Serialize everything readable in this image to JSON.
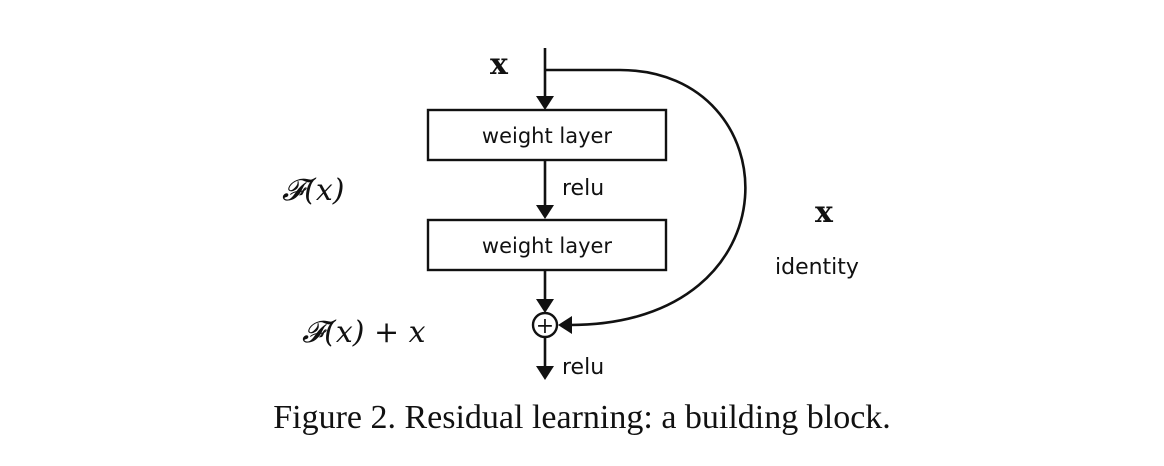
{
  "diagram": {
    "input_label": "x",
    "layer1_label": "weight layer",
    "relu1_label": "relu",
    "layer2_label": "weight layer",
    "function_label": "𝓕(x)",
    "identity_x_label": "x",
    "identity_label": "identity",
    "sum_label": "𝓕(x) + x",
    "sum_symbol": "+",
    "relu2_label": "relu"
  },
  "caption": {
    "text": "Figure 2. Residual learning: a building block."
  }
}
